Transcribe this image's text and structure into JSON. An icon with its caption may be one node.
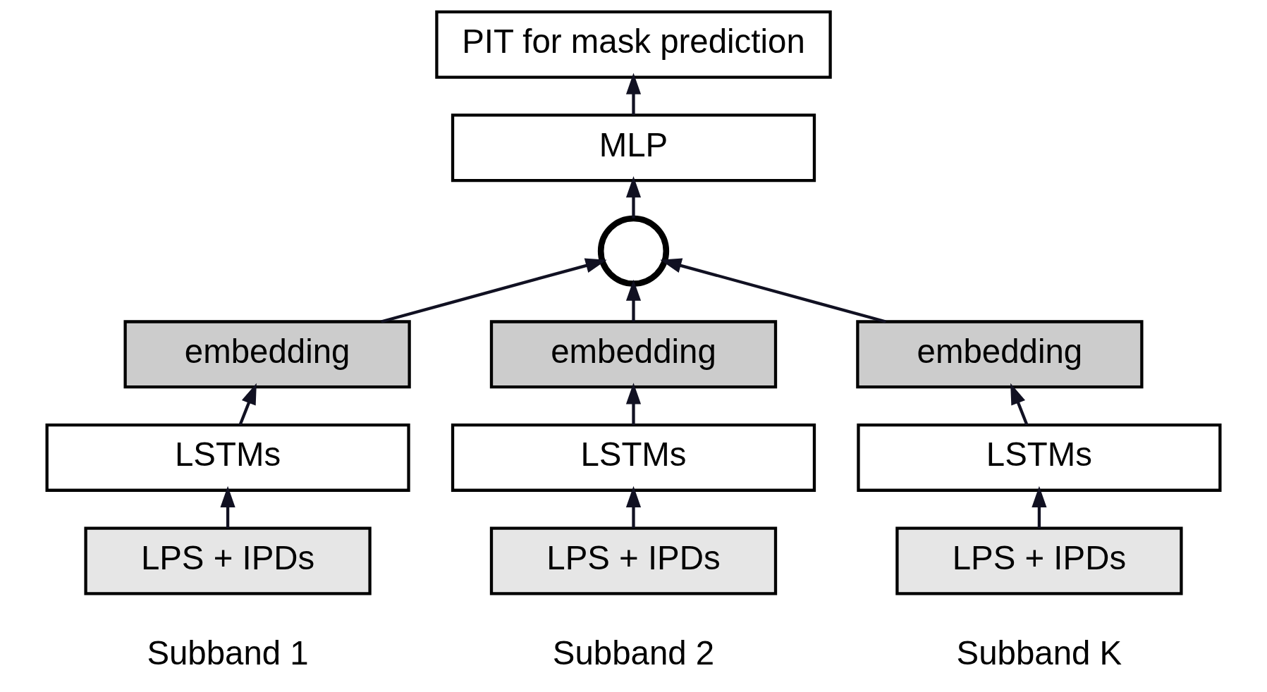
{
  "diagram": {
    "nodes": [
      {
        "text": [
          "PIT for mask prediction"
        ]
      },
      {
        "text": [
          "MLP"
        ]
      },
      {
        "text": [],
        "shape": "circle"
      },
      {
        "text": [
          "embedding"
        ]
      },
      {
        "text": [
          "embedding"
        ]
      },
      {
        "text": [
          "embedding"
        ]
      },
      {
        "text": [
          "LSTMs"
        ]
      },
      {
        "text": [
          "LSTMs"
        ]
      },
      {
        "text": [
          "LSTMs"
        ]
      },
      {
        "text": [
          "LPS + IPDs"
        ],
        "beside": [
          "Subband 1"
        ]
      },
      {
        "text": [
          "LPS + IPDs"
        ],
        "beside": [
          "Subband 2"
        ]
      },
      {
        "text": [
          "LPS + IPDs"
        ],
        "beside": [
          "Subband K"
        ]
      }
    ],
    "edges": [
      {
        "from": 9,
        "to": 6,
        "arrow": "to"
      },
      {
        "from": 6,
        "to": 3,
        "arrow": "to"
      },
      {
        "from": 3,
        "to": 2,
        "arrow": "to"
      },
      {
        "from": 10,
        "to": 7,
        "arrow": "to"
      },
      {
        "from": 7,
        "to": 4,
        "arrow": "to"
      },
      {
        "from": 4,
        "to": 2,
        "arrow": "to"
      },
      {
        "from": 11,
        "to": 8,
        "arrow": "to"
      },
      {
        "from": 8,
        "to": 5,
        "arrow": "to"
      },
      {
        "from": 5,
        "to": 2,
        "arrow": "to"
      },
      {
        "from": 2,
        "to": 1,
        "arrow": "to"
      },
      {
        "from": 1,
        "to": 0,
        "arrow": "to"
      }
    ]
  }
}
